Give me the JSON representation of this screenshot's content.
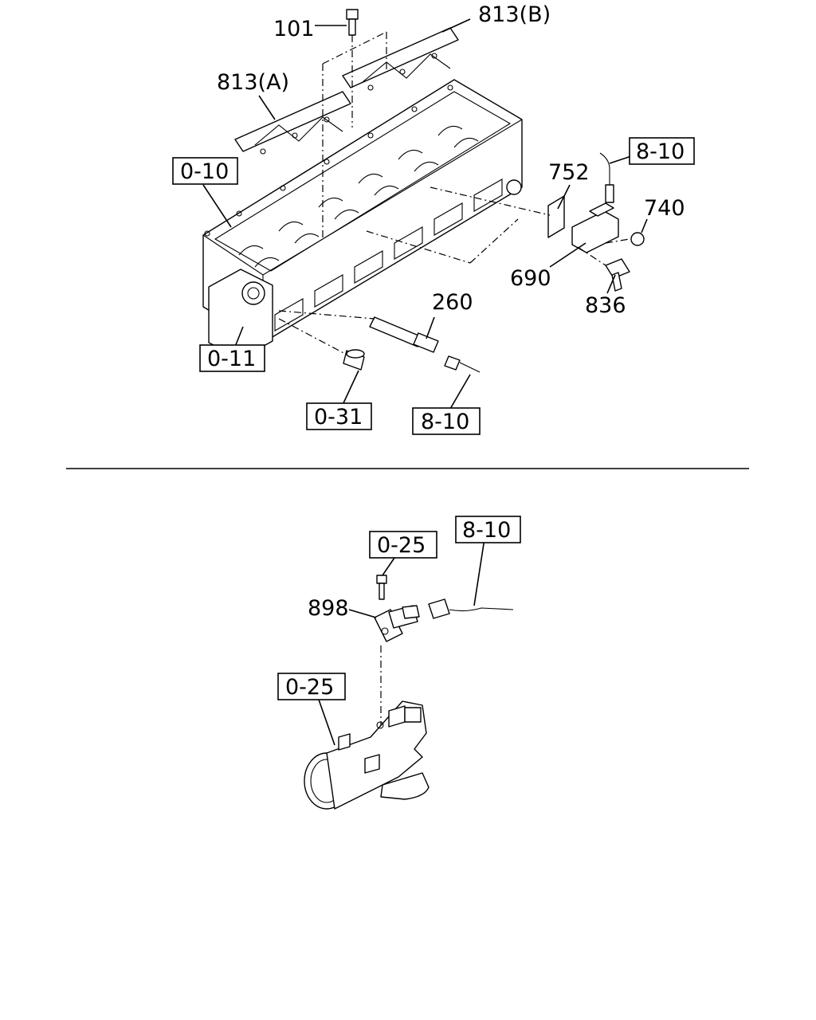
{
  "callouts": {
    "p101": "101",
    "p813b": "813(B)",
    "p813a": "813(A)",
    "p752": "752",
    "p740": "740",
    "p690": "690",
    "p836": "836",
    "p260": "260",
    "p898": "898"
  },
  "references": {
    "r010": "0-10",
    "r810_top": "8-10",
    "r011": "0-11",
    "r031": "0-31",
    "r810_mid": "8-10",
    "r810_low": "8-10",
    "r025_top": "0-25",
    "r025_low": "0-25"
  }
}
